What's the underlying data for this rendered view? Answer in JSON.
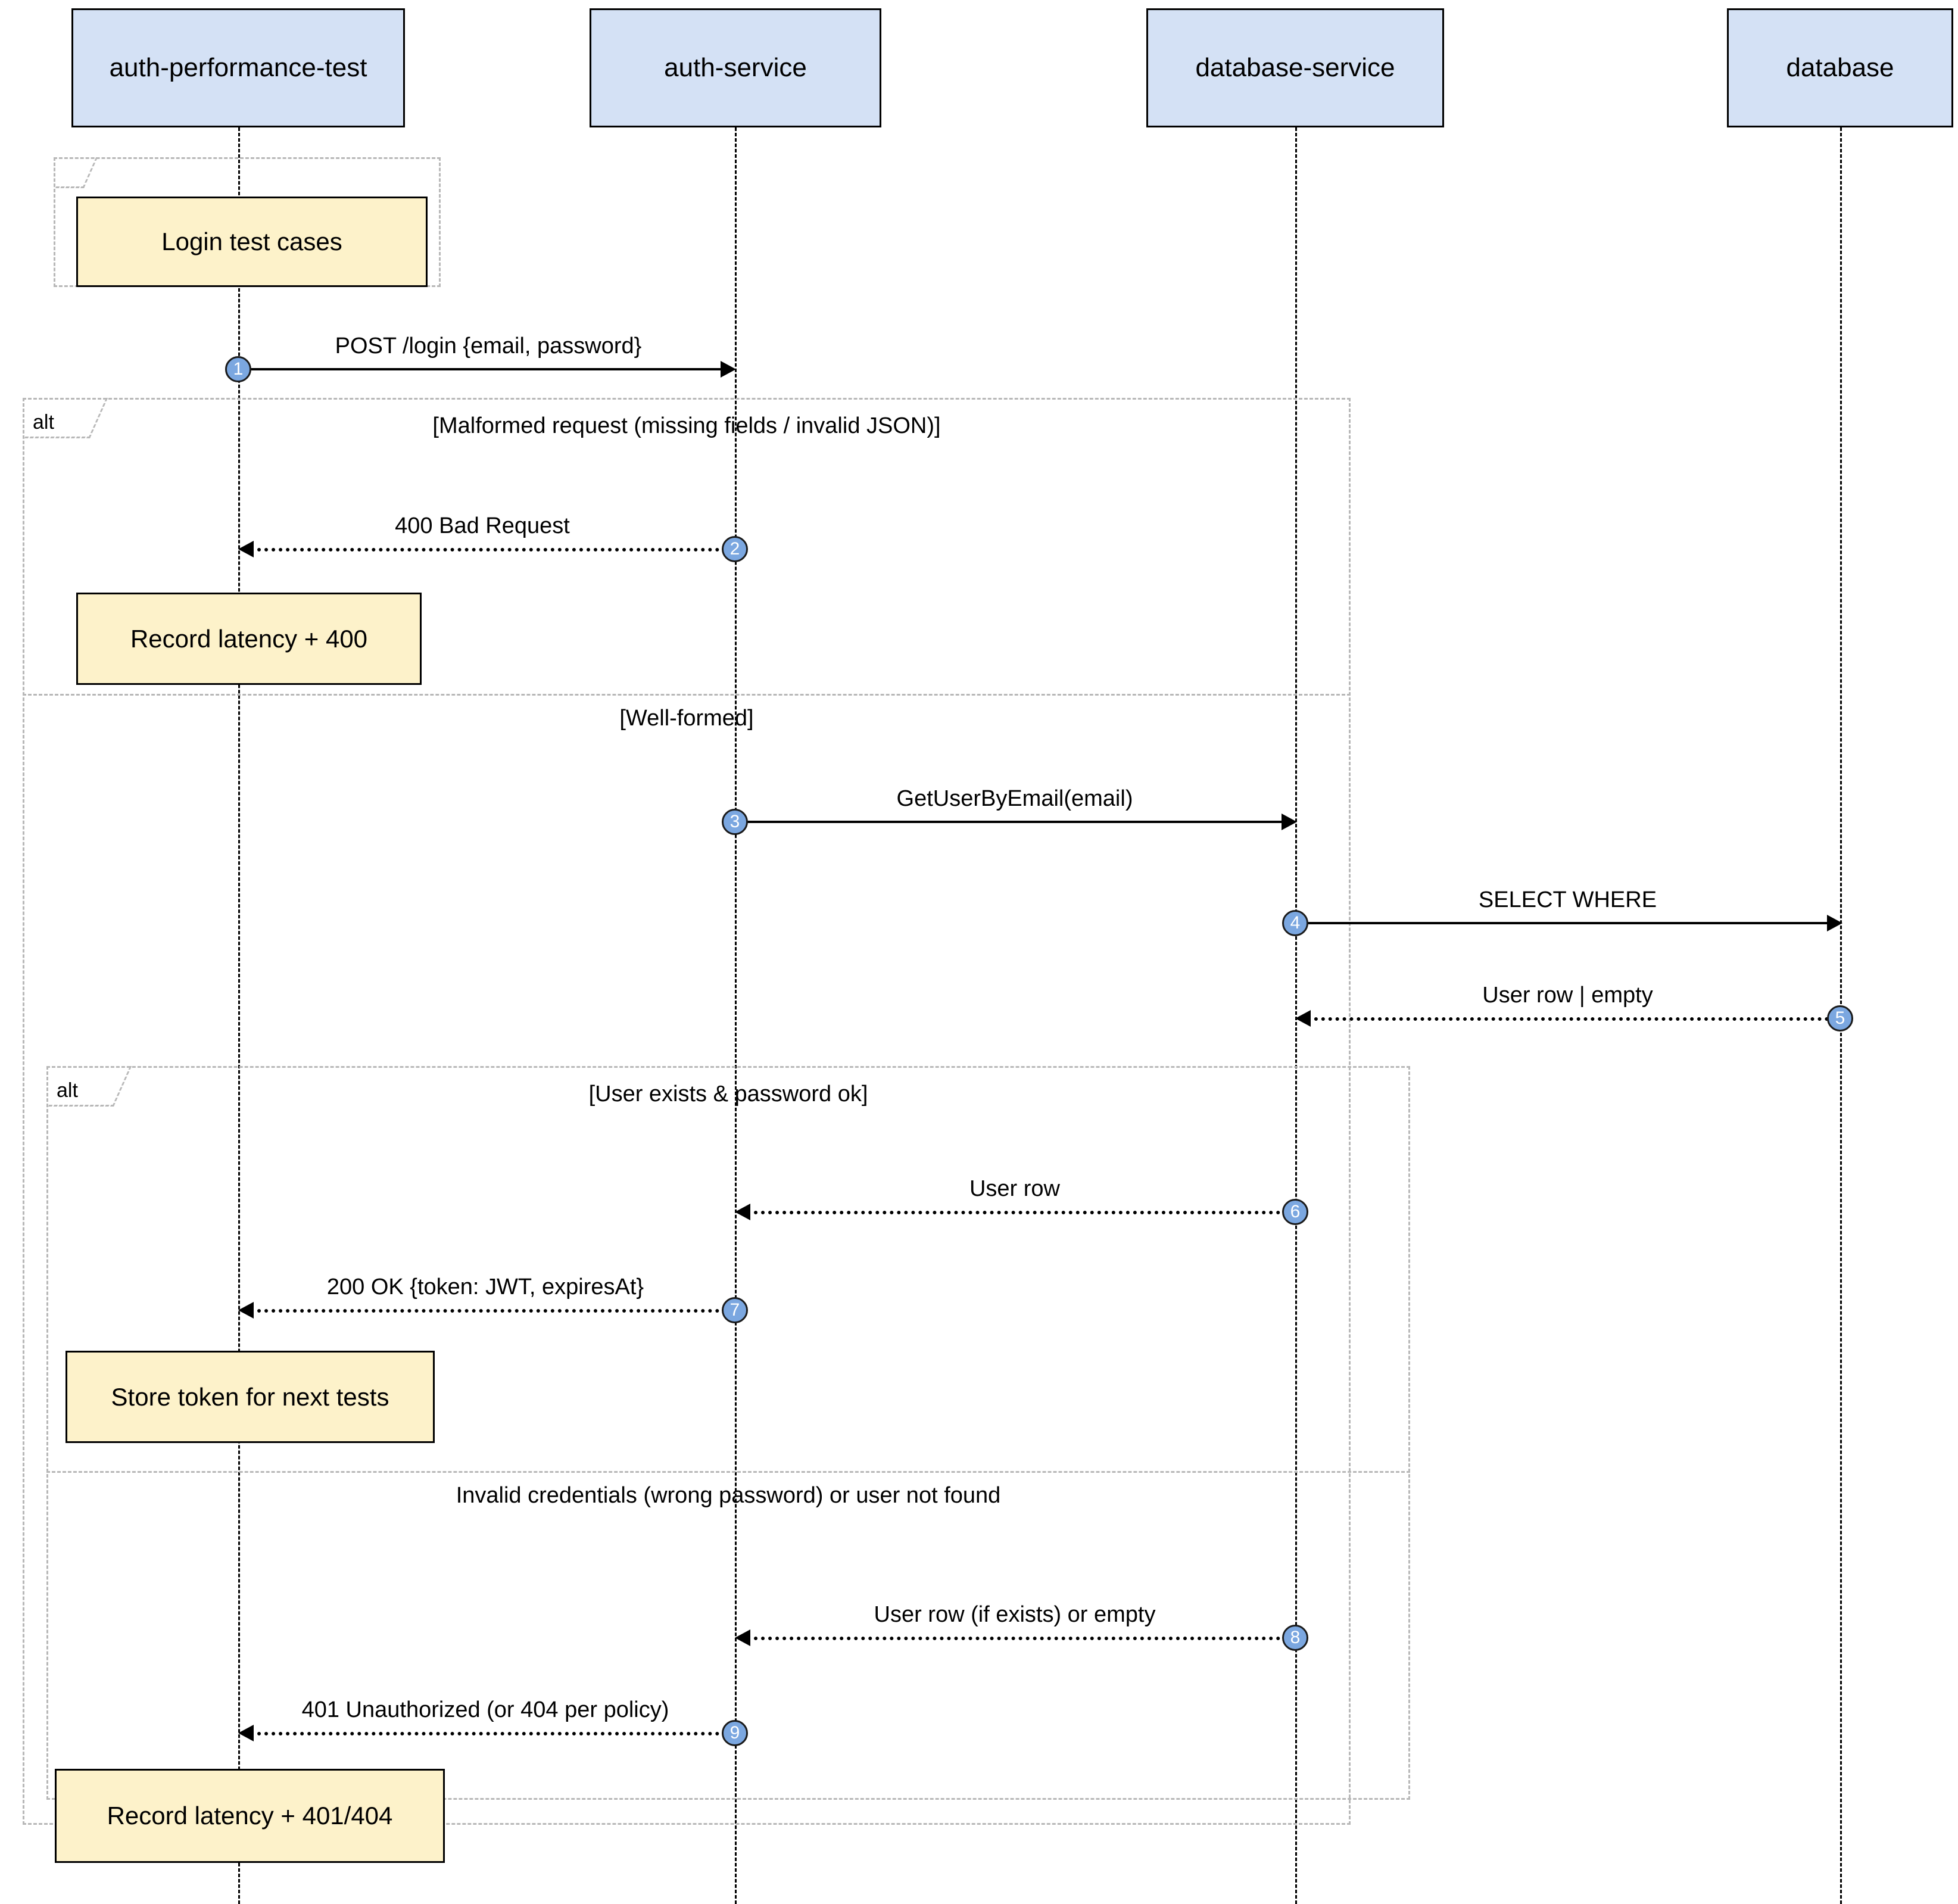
{
  "diagram": {
    "type": "uml-sequence-diagram",
    "title": "Login test cases"
  },
  "participants": [
    {
      "name": "auth-performance-test"
    },
    {
      "name": "auth-service"
    },
    {
      "name": "database-service"
    },
    {
      "name": "database"
    }
  ],
  "fragments": [
    {
      "operator": "",
      "label": "",
      "guards": []
    },
    {
      "operator": "alt",
      "guards": [
        "[Malformed request (missing fields / invalid JSON)]",
        "[Well-formed]"
      ]
    },
    {
      "operator": "alt",
      "guards": [
        "[User exists & password ok]",
        "Invalid credentials (wrong password) or user not found"
      ]
    }
  ],
  "notes": [
    {
      "id": "note-login-test-cases",
      "text": "Login test cases"
    },
    {
      "id": "note-record-latency-400",
      "text": "Record latency + 400"
    },
    {
      "id": "note-store-token",
      "text": "Store token for next tests"
    },
    {
      "id": "note-record-latency-401",
      "text": "Record latency + 401/404"
    }
  ],
  "messages": [
    {
      "seq": "1",
      "label": "POST /login {email, password}",
      "from": "auth-performance-test",
      "to": "auth-service",
      "kind": "solid",
      "direction": "right"
    },
    {
      "seq": "2",
      "label": "400 Bad Request",
      "from": "auth-service",
      "to": "auth-performance-test",
      "kind": "dotted",
      "direction": "left"
    },
    {
      "seq": "3",
      "label": "GetUserByEmail(email)",
      "from": "auth-service",
      "to": "database-service",
      "kind": "solid",
      "direction": "right"
    },
    {
      "seq": "4",
      "label": "SELECT WHERE",
      "from": "database-service",
      "to": "database",
      "kind": "solid",
      "direction": "right"
    },
    {
      "seq": "5",
      "label": "User row | empty",
      "from": "database",
      "to": "database-service",
      "kind": "dotted",
      "direction": "left"
    },
    {
      "seq": "6",
      "label": "User row",
      "from": "database-service",
      "to": "auth-service",
      "kind": "dotted",
      "direction": "left"
    },
    {
      "seq": "7",
      "label": "200 OK {token: JWT, expiresAt}",
      "from": "auth-service",
      "to": "auth-performance-test",
      "kind": "dotted",
      "direction": "left"
    },
    {
      "seq": "8",
      "label": "User row (if exists) or empty",
      "from": "database-service",
      "to": "auth-service",
      "kind": "dotted",
      "direction": "left"
    },
    {
      "seq": "9",
      "label": "401 Unauthorized (or 404 per policy)",
      "from": "auth-service",
      "to": "auth-performance-test",
      "kind": "dotted",
      "direction": "left"
    }
  ],
  "colors": {
    "participant_fill": "#d4e1f5",
    "note_fill": "#fdf2ca",
    "seq_badge_fill": "#7ba7e0",
    "frame_border": "#b8b8b8",
    "line": "#000000"
  }
}
